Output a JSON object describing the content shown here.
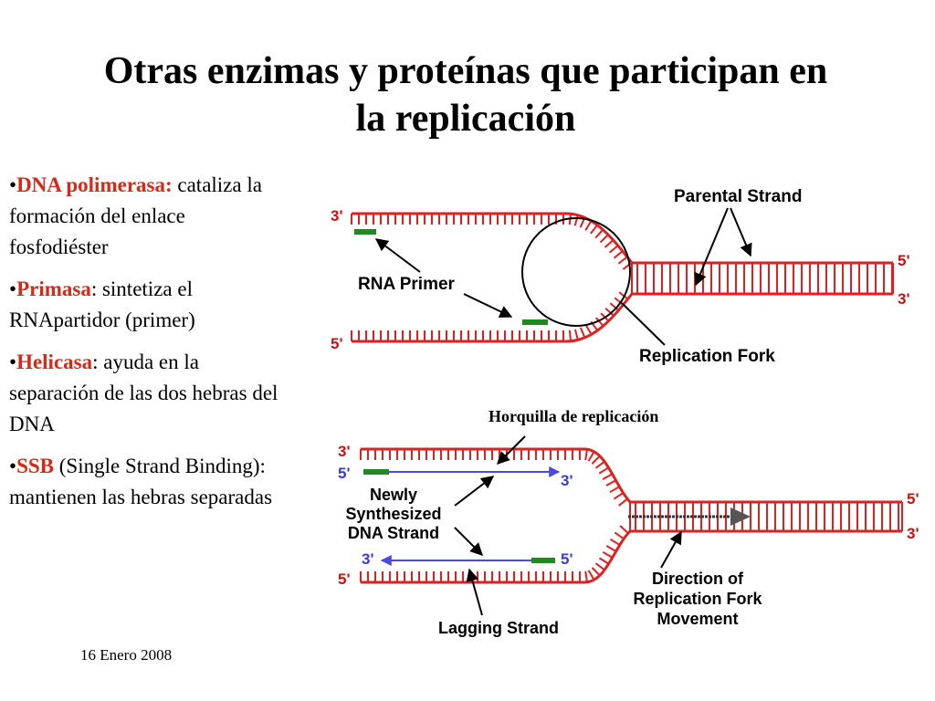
{
  "title": "Otras enzimas y proteínas que participan en la replicación",
  "bullets": [
    {
      "term": "DNA polimerasa:",
      "text": " cataliza la formación del enlace fosfodiéster"
    },
    {
      "term": "Primasa",
      "text": ": sintetiza el RNApartidor (primer)"
    },
    {
      "term": "Helicasa",
      "text": ": ayuda en la separación de las dos hebras del DNA"
    },
    {
      "term": "SSB",
      "text": " (Single Strand Binding): mantienen las hebras separadas"
    }
  ],
  "footer_date": "16 Enero 2008",
  "diagram_top": {
    "parental_strand": "Parental Strand",
    "rna_primer": "RNA Primer",
    "replication_fork": "Replication Fork",
    "ends": {
      "top_left": "3'",
      "bottom_left": "5'",
      "top_right": "5'",
      "bottom_right": "3'"
    }
  },
  "caption": "Horquilla de replicación",
  "diagram_bottom": {
    "newly_1": "Newly",
    "newly_2": "Synthesized",
    "newly_3": "DNA Strand",
    "direction_1": "Direction of",
    "direction_2": "Replication Fork",
    "direction_3": "Movement",
    "lagging_strand": "Lagging Strand",
    "ends": {
      "top_red_left": "3'",
      "top_blue_left": "5'",
      "top_blue_right": "3'",
      "bottom_blue_left": "3'",
      "bottom_blue_right": "5'",
      "bottom_red_left": "5'",
      "right_top": "5'",
      "right_bottom": "3'"
    }
  },
  "colors": {
    "strand": "#e02020",
    "primer": "#1e8a1e",
    "new_strand": "#4a4ae0",
    "term": "#d42a1a"
  }
}
